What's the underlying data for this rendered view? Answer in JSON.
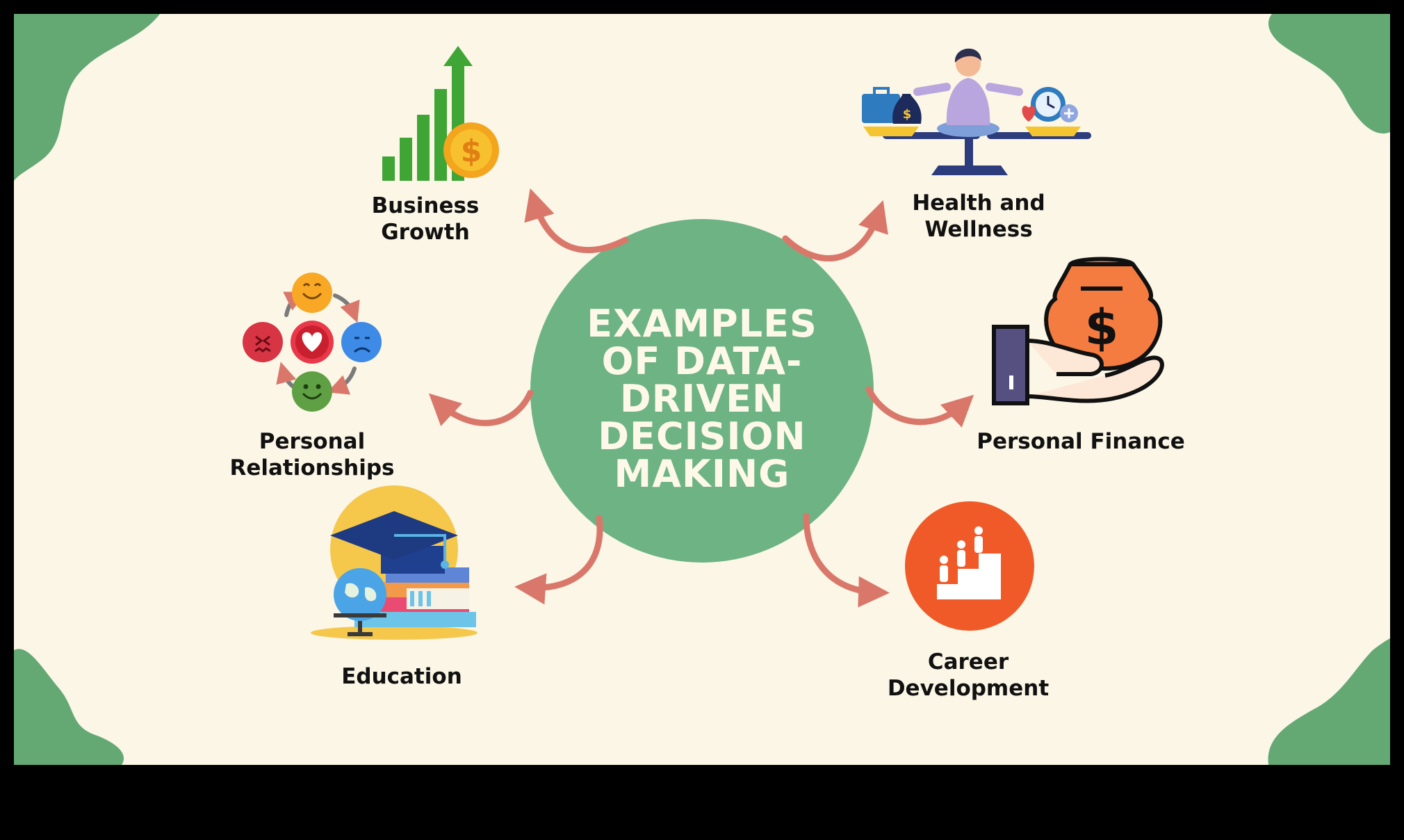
{
  "title_lines": [
    "EXAMPLES",
    "OF DATA-",
    "DRIVEN",
    "DECISION",
    "MAKING"
  ],
  "topics": {
    "business_growth": [
      "Business",
      "Growth"
    ],
    "health_wellness": [
      "Health and",
      "Wellness"
    ],
    "personal_relationships": [
      "Personal",
      "Relationships"
    ],
    "personal_finance": [
      "Personal Finance"
    ],
    "education": [
      "Education"
    ],
    "career_development": [
      "Career",
      "Development"
    ]
  },
  "colors": {
    "background": "#fbf6e6",
    "hub": "#6db383",
    "blob": "#64a874",
    "arrow": "#d9786a",
    "frame": "#000000"
  },
  "icons": {
    "business_growth": "bar-chart-dollar-icon",
    "health_wellness": "balance-meditation-icon",
    "personal_relationships": "emotion-cycle-icon",
    "personal_finance": "hand-money-bag-icon",
    "education": "graduation-books-icon",
    "career_development": "career-stairs-icon"
  }
}
